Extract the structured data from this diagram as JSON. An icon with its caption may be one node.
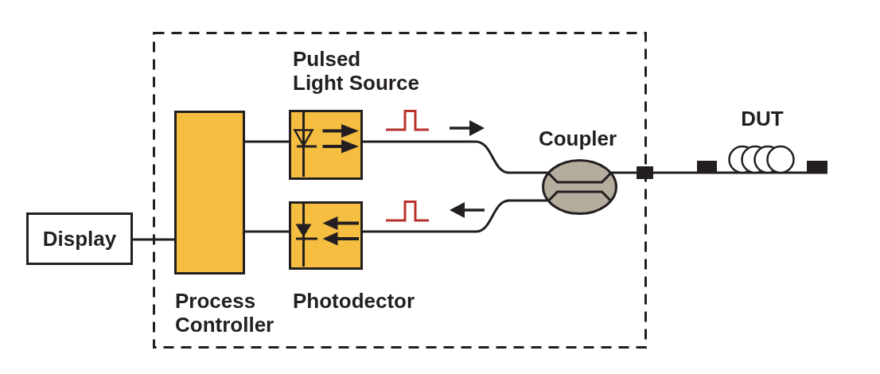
{
  "diagram": {
    "nodes": [
      {
        "text": [],
        "shape": "box"
      },
      {
        "text": [
          "Display"
        ]
      },
      {
        "text": [
          "Process Controller"
        ],
        "in": 0
      },
      {
        "text": [
          "Pulsed Light Source"
        ],
        "in": 0
      },
      {
        "text": [
          "Photodector"
        ],
        "in": 0
      },
      {
        "text": [
          "Coupler"
        ],
        "in": 0
      },
      {
        "text": [],
        "shape": "box"
      },
      {
        "text": [
          "DUT"
        ]
      }
    ],
    "edges": [
      {
        "from": 1,
        "to": 2,
        "arrow": "none"
      },
      {
        "from": 2,
        "to": 3,
        "arrow": "none"
      },
      {
        "from": 2,
        "to": 4,
        "arrow": "none"
      },
      {
        "from": 3,
        "to": 5,
        "arrow": "none"
      },
      {
        "from": 4,
        "to": 5,
        "arrow": "none"
      },
      {
        "from": 5,
        "to": 6,
        "arrow": "none"
      },
      {
        "from": 6,
        "to": 7,
        "arrow": "none"
      }
    ]
  }
}
